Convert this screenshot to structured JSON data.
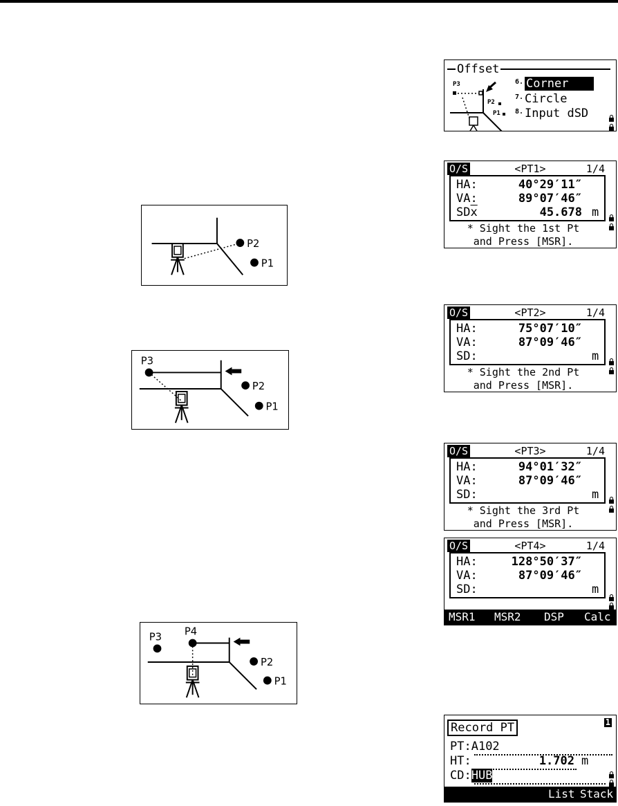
{
  "offset_screen": {
    "title": "Offset",
    "items": [
      {
        "num": "6.",
        "label": "Corner",
        "selected": true
      },
      {
        "num": "7.",
        "label": "Circle",
        "selected": false
      },
      {
        "num": "8.",
        "label": "Input dSD",
        "selected": false
      }
    ],
    "icon_labels": {
      "p3": "P3",
      "p2": "P2",
      "p1": "P1"
    }
  },
  "pt_screens": [
    {
      "tag": "O/S",
      "point": "<PT1>",
      "page": "1/4",
      "rows": [
        {
          "label": "HA:",
          "value": "40°29′11″",
          "unit": ""
        },
        {
          "label": "VA:",
          "value": "89°07′46″",
          "unit": ""
        },
        {
          "label": "SD",
          "value": "45.678",
          "unit": "m"
        }
      ],
      "message": [
        "* Sight the 1st Pt",
        "and Press [MSR]."
      ]
    },
    {
      "tag": "O/S",
      "point": "<PT2>",
      "page": "1/4",
      "rows": [
        {
          "label": "HA:",
          "value": "75°07′10″",
          "unit": ""
        },
        {
          "label": "VA:",
          "value": "87°09′46″",
          "unit": ""
        },
        {
          "label": "SD:",
          "value": "",
          "unit": "m"
        }
      ],
      "message": [
        "* Sight the 2nd Pt",
        "and Press [MSR]."
      ]
    },
    {
      "tag": "O/S",
      "point": "<PT3>",
      "page": "1/4",
      "rows": [
        {
          "label": "HA:",
          "value": "94°01′32″",
          "unit": ""
        },
        {
          "label": "VA:",
          "value": "87°09′46″",
          "unit": ""
        },
        {
          "label": "SD:",
          "value": "",
          "unit": "m"
        }
      ],
      "message": [
        "* Sight the 3rd Pt",
        "and Press [MSR]."
      ]
    },
    {
      "tag": "O/S",
      "point": "<PT4>",
      "page": "1/4",
      "rows": [
        {
          "label": "HA:",
          "value": "128°50′37″",
          "unit": ""
        },
        {
          "label": "VA:",
          "value": "87°09′46″",
          "unit": ""
        },
        {
          "label": "SD:",
          "value": "",
          "unit": "m"
        }
      ],
      "softkeys": [
        "MSR1",
        "MSR2",
        "DSP",
        "Calc"
      ]
    }
  ],
  "record_screen": {
    "title": "Record PT",
    "badge": "1",
    "pt_label": "PT:",
    "pt_value": "A102",
    "ht_label": "HT:",
    "ht_value": "1.702",
    "ht_unit": "m",
    "cd_label": "CD:",
    "cd_value": "HUB",
    "softkeys": [
      "List",
      "Stack"
    ]
  },
  "diagrams": [
    {
      "labels": {
        "p2": "P2",
        "p1": "P1"
      }
    },
    {
      "labels": {
        "p3": "P3",
        "p2": "P2",
        "p1": "P1"
      }
    },
    {
      "labels": {
        "p3": "P3",
        "p4": "P4",
        "p2": "P2",
        "p1": "P1"
      }
    }
  ]
}
